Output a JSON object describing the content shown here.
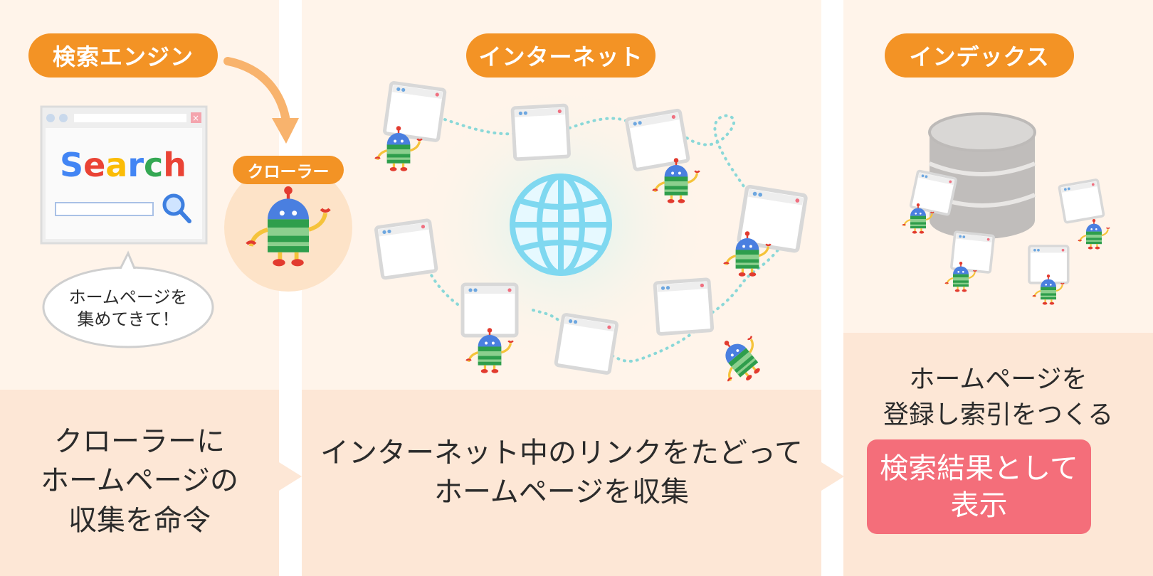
{
  "sections": {
    "engine": {
      "label": "検索エンジン",
      "caption_lines": [
        "クローラーに",
        "ホームページの",
        "収集を命令"
      ]
    },
    "internet": {
      "label": "インターネット",
      "caption_lines": [
        "インターネット中のリンクをたどって",
        "ホームページを収集"
      ]
    },
    "index": {
      "label": "インデックス",
      "caption_lines": [
        "ホームページを",
        "登録し索引をつくる"
      ],
      "result_lines": [
        "検索結果として",
        "表示"
      ]
    }
  },
  "browser": {
    "search_word": "Search",
    "search_letters": [
      "S",
      "e",
      "a",
      "r",
      "c",
      "h"
    ],
    "search_colors": [
      "#4285f4",
      "#ea4335",
      "#fbbc05",
      "#4285f4",
      "#34a853",
      "#ea4335"
    ]
  },
  "speech": {
    "lines": [
      "ホームページを",
      "集めてきて！"
    ]
  },
  "crawler": {
    "label": "クローラー"
  },
  "colors": {
    "orange": "#f39325",
    "pink": "#f46e7a",
    "globe": "#7fd8f0",
    "top_bg": "#fff4ea",
    "bottom_bg": "#fde7d6"
  },
  "icons": [
    "arrow-curved-icon",
    "search-icon",
    "globe-icon",
    "database-icon",
    "robot-icon",
    "browser-window-icon",
    "chevron-right-icon"
  ]
}
